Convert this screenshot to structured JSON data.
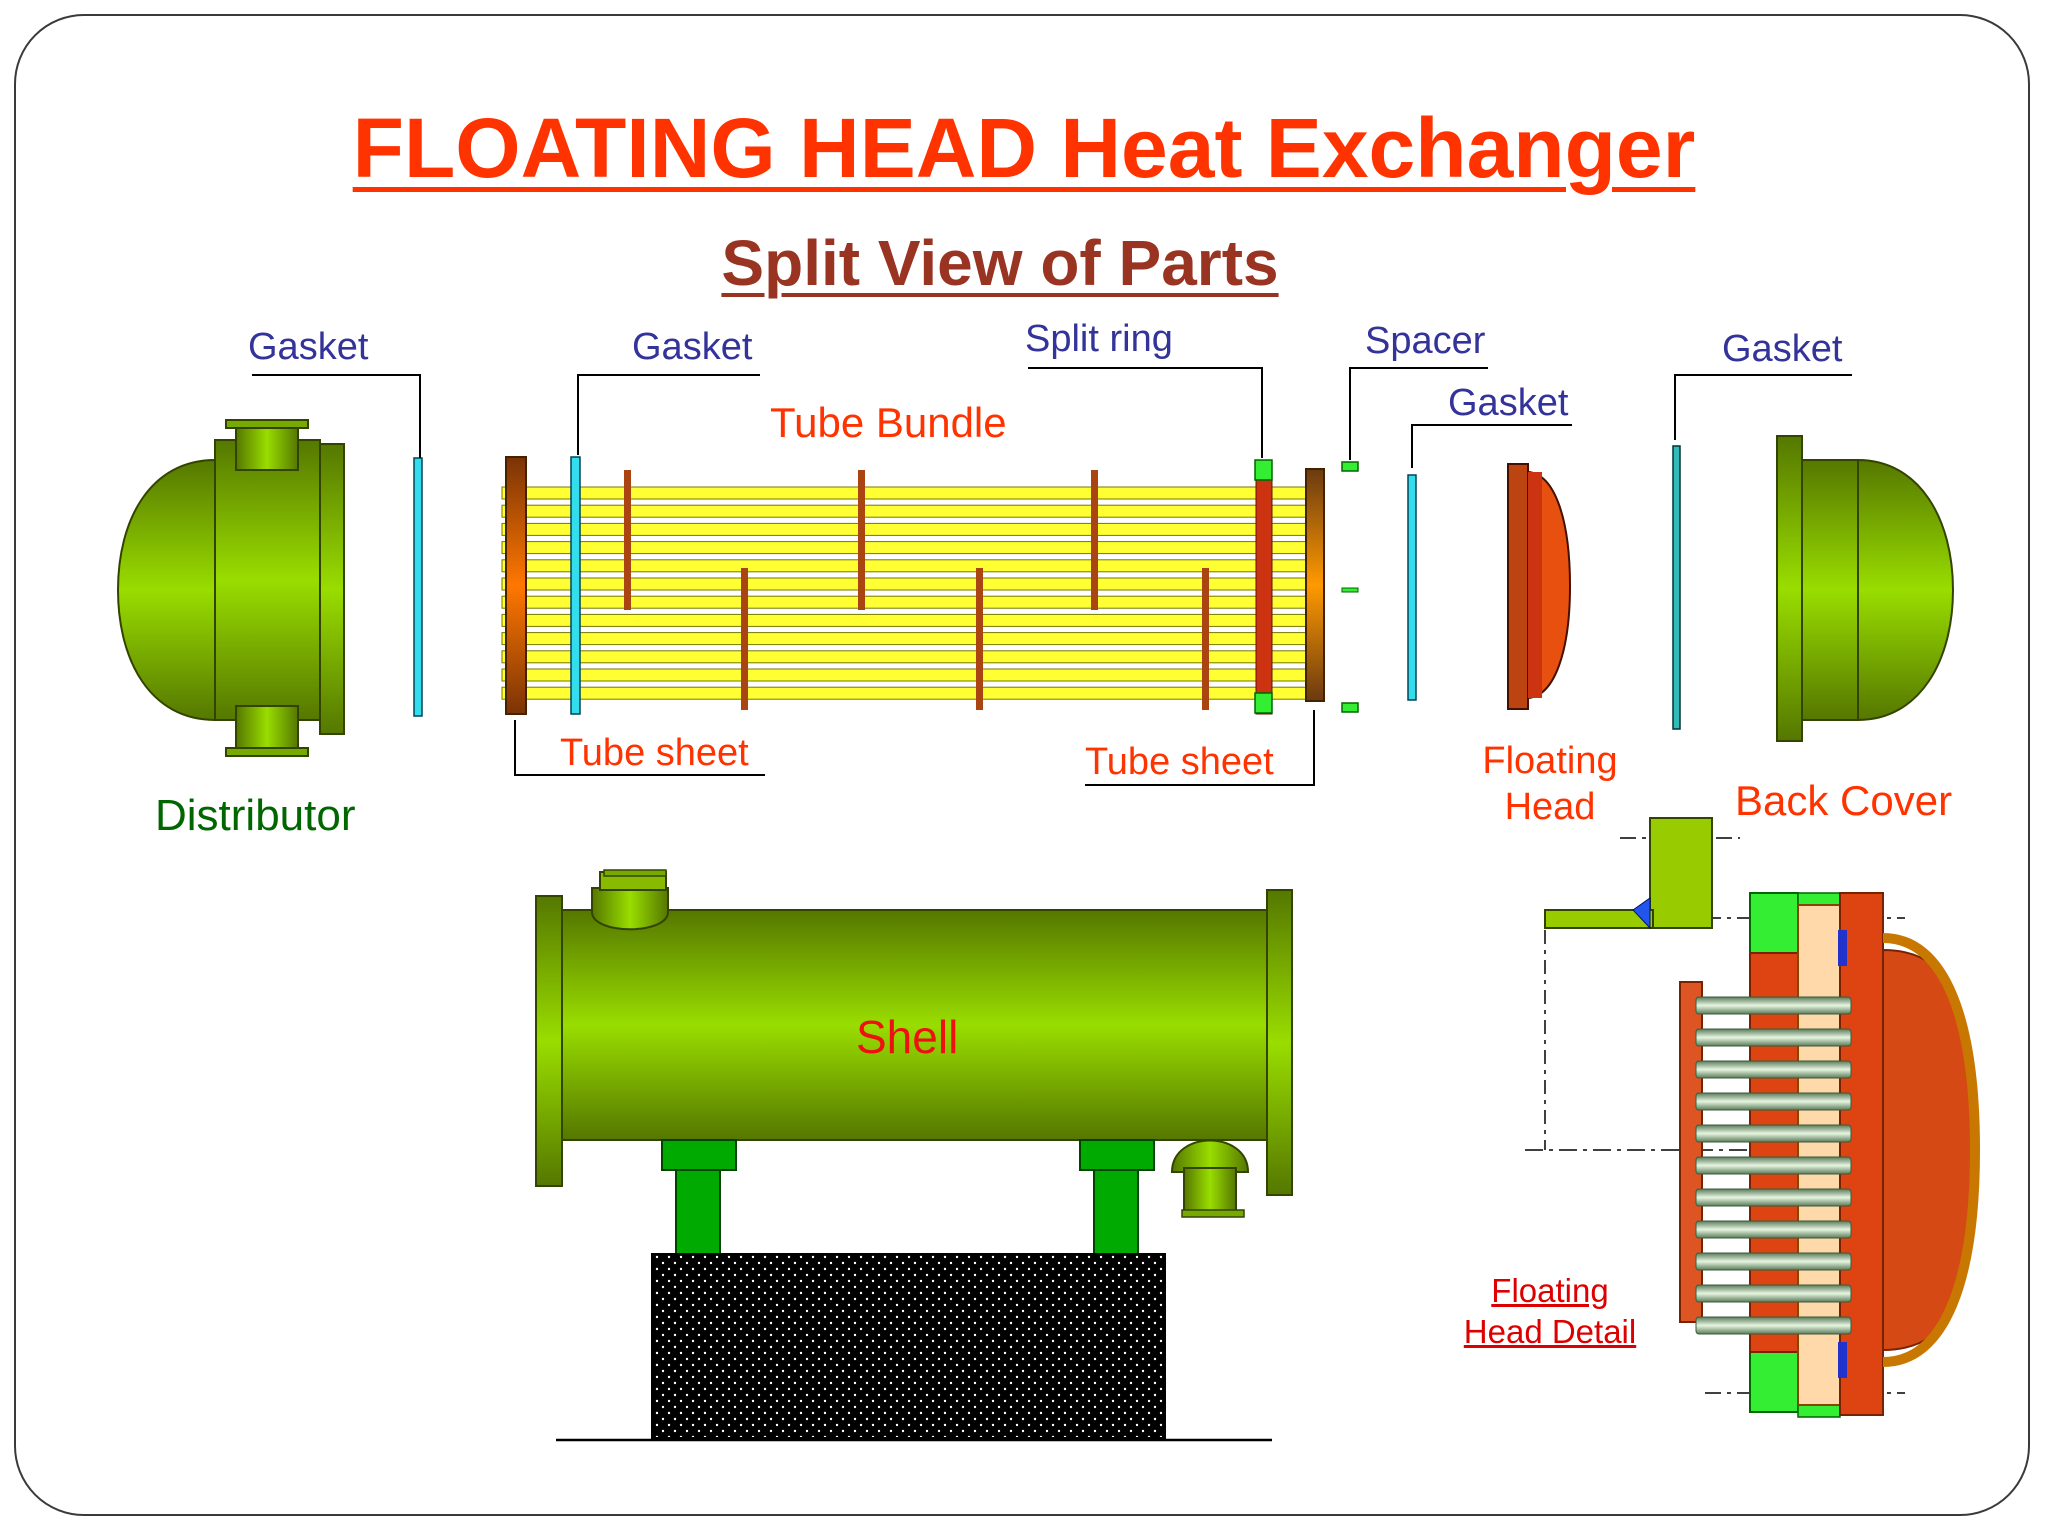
{
  "title": "FLOATING HEAD Heat Exchanger",
  "subtitle": "Split View of Parts",
  "labels": {
    "gasket_1": "Gasket",
    "gasket_2": "Gasket",
    "split_ring": "Split ring",
    "spacer": "Spacer",
    "gasket_3": "Gasket",
    "gasket_4": "Gasket",
    "tube_bundle": "Tube Bundle",
    "tube_sheet_1": "Tube sheet",
    "tube_sheet_2": "Tube sheet",
    "distributor": "Distributor",
    "floating_head_1": "Floating",
    "floating_head_2": "Head",
    "back_cover": "Back Cover",
    "shell": "Shell",
    "detail_1": "Floating",
    "detail_2": "Head Detail"
  },
  "colors": {
    "title": "#ff3300",
    "subtitle": "#993322",
    "gasket_label": "#333399",
    "part_label": "#ff3300",
    "distributor_label": "#006600",
    "shell_label": "#ee1111",
    "vessel_green": "#8fc400",
    "tube_yellow": "#ffff33",
    "gasket_cyan": "#33ddee",
    "floating_head": "#e05010",
    "support_green": "#00aa00"
  }
}
